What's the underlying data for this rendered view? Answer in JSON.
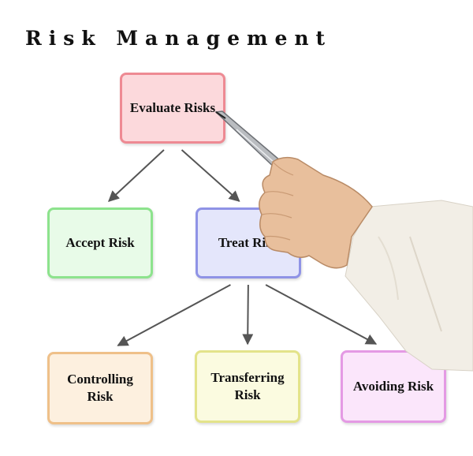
{
  "title": "Risk Management",
  "nodes": {
    "evaluate": {
      "label": "Evaluate Risks",
      "fill": "#fcd9dc",
      "border": "#ee8a93"
    },
    "accept": {
      "label": "Accept Risk",
      "fill": "#e8fbe8",
      "border": "#8de38d"
    },
    "treat": {
      "label": "Treat Risk",
      "fill": "#e4e6fb",
      "border": "#8f93e6"
    },
    "controlling": {
      "label": "Controlling Risk",
      "fill": "#fdf0df",
      "border": "#efc089"
    },
    "transferring": {
      "label": "Transferring Risk",
      "fill": "#fbfbe0",
      "border": "#e3e38a"
    },
    "avoiding": {
      "label": "Avoiding Risk",
      "fill": "#fbe6fb",
      "border": "#e49ae4"
    }
  },
  "edges": [
    [
      "evaluate",
      "accept"
    ],
    [
      "evaluate",
      "treat"
    ],
    [
      "treat",
      "controlling"
    ],
    [
      "treat",
      "transferring"
    ],
    [
      "treat",
      "avoiding"
    ]
  ],
  "colors": {
    "arrow": "#555555",
    "text": "#111111"
  }
}
